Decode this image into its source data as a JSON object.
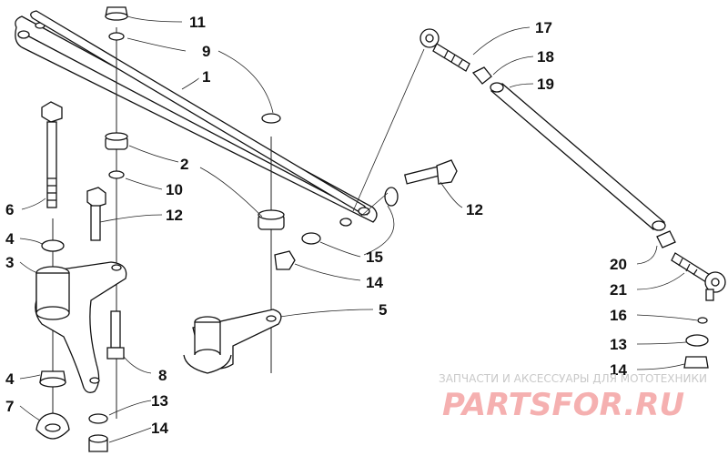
{
  "callouts": {
    "c1": "1",
    "c2": "2",
    "c3": "3",
    "c4a": "4",
    "c4b": "4",
    "c5": "5",
    "c6": "6",
    "c7": "7",
    "c8": "8",
    "c9": "9",
    "c10": "10",
    "c11": "11",
    "c12a": "12",
    "c12b": "12",
    "c13a": "13",
    "c13b": "13",
    "c14a": "14",
    "c14b": "14",
    "c14c": "14",
    "c15": "15",
    "c16": "16",
    "c17": "17",
    "c18": "18",
    "c19": "19",
    "c20": "20",
    "c21": "21"
  },
  "watermark": {
    "caption": "ЗАПЧАСТИ И АКСЕССУАРЫ ДЛЯ МОТОТЕХНИКИ",
    "brand": "PARTSFOR.RU",
    "color": "#f5b0b0"
  }
}
